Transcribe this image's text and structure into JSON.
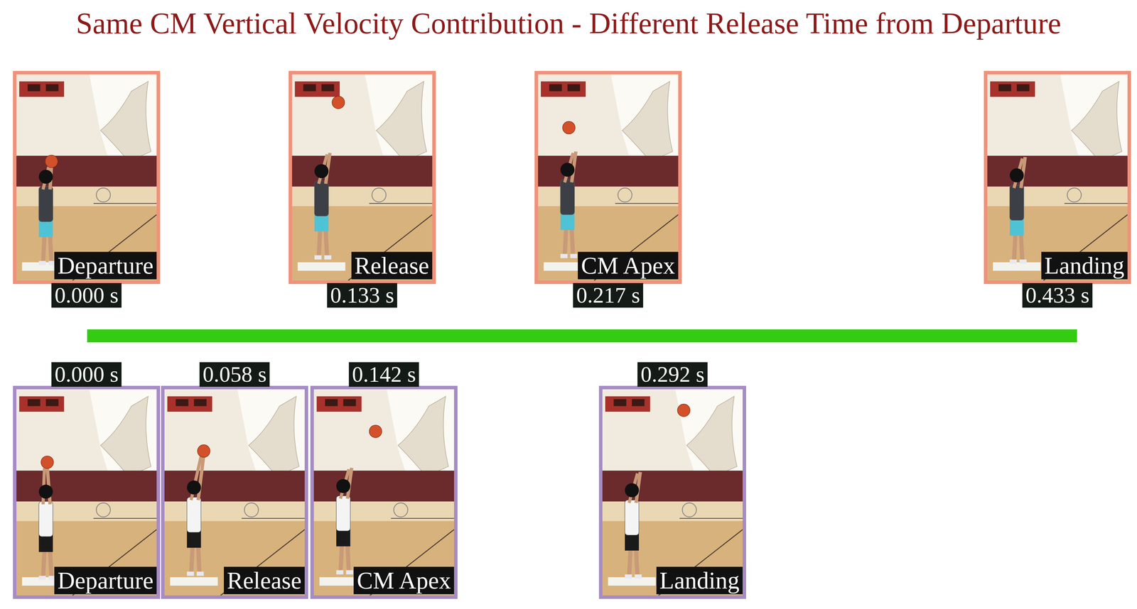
{
  "diagram": {
    "title": "Same CM Vertical Velocity Contribution - Different Release Time from Departure",
    "nodes": [
      {
        "text": [
          "Departure",
          "0.000 s"
        ]
      },
      {
        "text": [
          "Release",
          "0.133 s"
        ]
      },
      {
        "text": [
          "CM Apex",
          "0.217 s"
        ]
      },
      {
        "text": [
          "Landing",
          "0.433 s"
        ]
      },
      {
        "text": [
          "Departure",
          "0.000 s"
        ]
      },
      {
        "text": [
          "Release",
          "0.058 s"
        ]
      },
      {
        "text": [
          "CM Apex",
          "0.142 s"
        ]
      },
      {
        "text": [
          "Landing",
          "0.292 s"
        ]
      }
    ]
  }
}
